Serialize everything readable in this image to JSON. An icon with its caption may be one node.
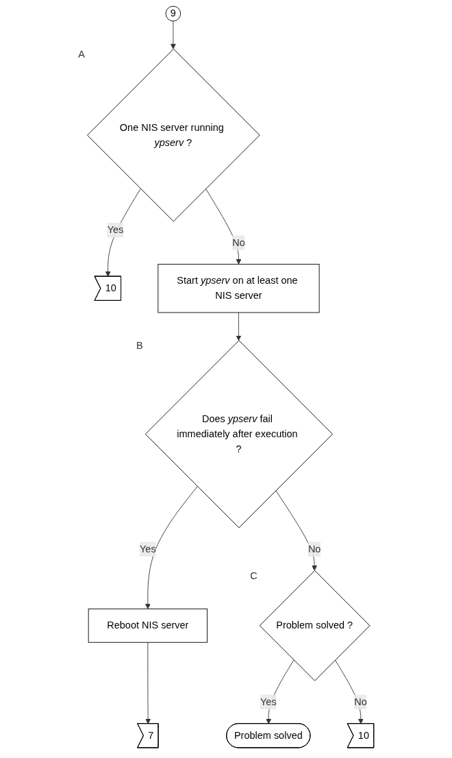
{
  "diagram": {
    "nodes": [
      {
        "text": [
          "9"
        ]
      },
      {
        "text": [
          "One NIS server running *ypserv* ?"
        ],
        "beside": [
          "A"
        ]
      },
      {
        "text": [
          "10"
        ]
      },
      {
        "text": [
          "Start *ypserv* on at least one NIS server"
        ]
      },
      {
        "text": [
          "Does *ypserv* fail immediately after execution ?"
        ],
        "beside": [
          "B"
        ]
      },
      {
        "text": [
          "Reboot NIS server"
        ]
      },
      {
        "text": [
          "7"
        ]
      },
      {
        "text": [
          "Problem solved ?"
        ],
        "beside": [
          "C"
        ]
      },
      {
        "text": [
          "Problem solved"
        ]
      },
      {
        "text": [
          "10"
        ]
      }
    ],
    "edges": [
      {
        "from": 0,
        "to": 1,
        "arrow": "to"
      },
      {
        "from": 1,
        "to": 2,
        "label": "Yes",
        "arrow": "to"
      },
      {
        "from": 1,
        "to": 3,
        "label": "No",
        "arrow": "to"
      },
      {
        "from": 3,
        "to": 4,
        "arrow": "to"
      },
      {
        "from": 4,
        "to": 5,
        "label": "Yes",
        "arrow": "to"
      },
      {
        "from": 5,
        "to": 6,
        "arrow": "to"
      },
      {
        "from": 4,
        "to": 7,
        "label": "No",
        "arrow": "to"
      },
      {
        "from": 7,
        "to": 8,
        "label": "Yes",
        "arrow": "to"
      },
      {
        "from": 7,
        "to": 9,
        "label": "No",
        "arrow": "to"
      }
    ]
  }
}
